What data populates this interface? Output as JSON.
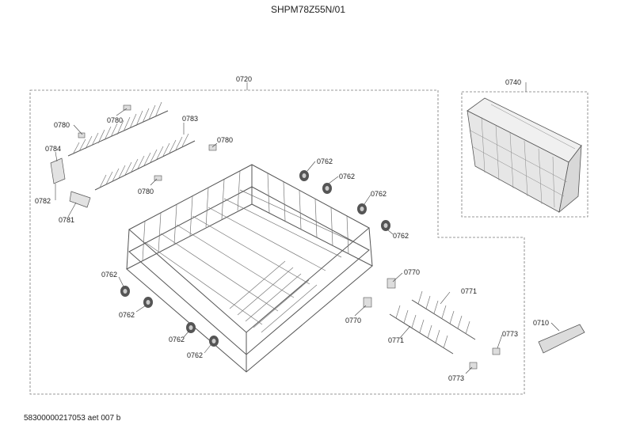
{
  "model_title": "SHPM78Z55N/01",
  "footer_code": "58300000217053 aet 007 b",
  "labels": {
    "p0720": "0720",
    "p0740": "0740",
    "p0780a": "0780",
    "p0780b": "0780",
    "p0780c": "0780",
    "p0780d": "0780",
    "p0783": "0783",
    "p0784": "0784",
    "p0782": "0782",
    "p0781": "0781",
    "p0762a": "0762",
    "p0762b": "0762",
    "p0762c": "0762",
    "p0762d": "0762",
    "p0762e": "0762",
    "p0762f": "0762",
    "p0762g": "0762",
    "p0762h": "0762",
    "p0770a": "0770",
    "p0770b": "0770",
    "p0771a": "0771",
    "p0771b": "0771",
    "p0773a": "0773",
    "p0773b": "0773",
    "p0710": "0710"
  }
}
